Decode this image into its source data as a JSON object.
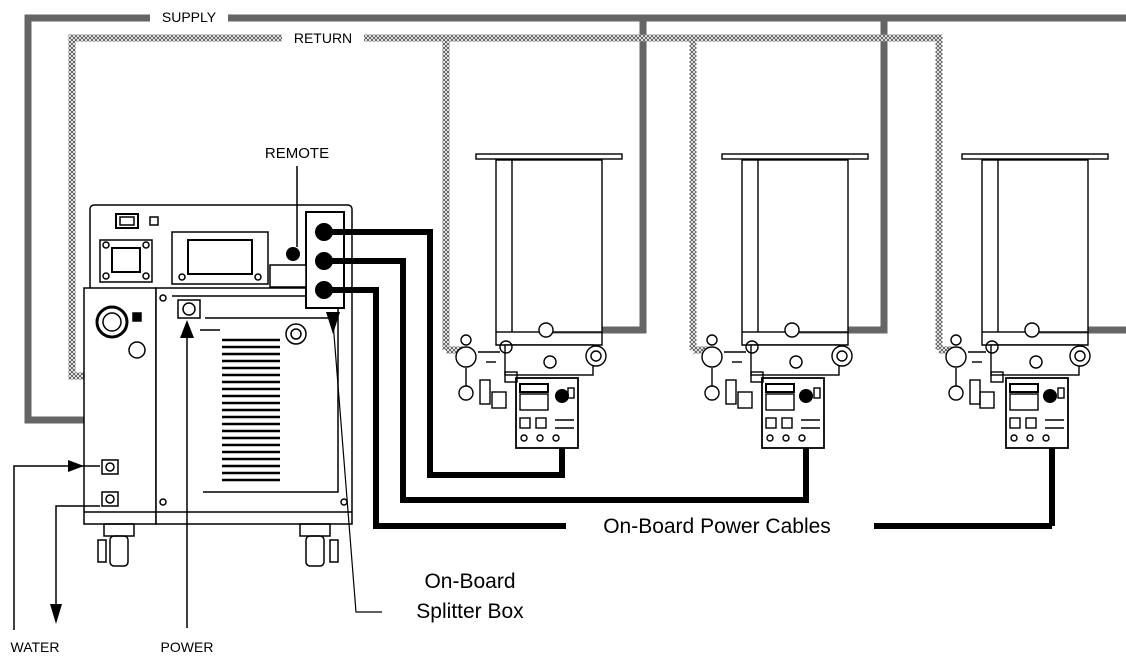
{
  "labels": {
    "supply": "SUPPLY",
    "return": "RETURN",
    "remote": "REMOTE",
    "power_cables": "On-Board Power Cables",
    "splitter_line1": "On-Board",
    "splitter_line2": "Splitter Box",
    "water": "WATER",
    "power": "POWER"
  },
  "cryopump_count": 3,
  "splitter_outlets": 3
}
